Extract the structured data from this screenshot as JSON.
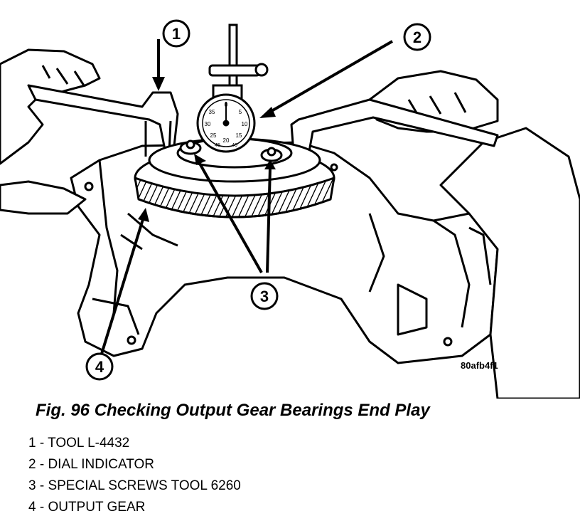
{
  "figure": {
    "code": "80afb4f1",
    "caption": "Fig. 96 Checking Output Gear Bearings End Play"
  },
  "callouts": [
    "1",
    "2",
    "3",
    "4"
  ],
  "legend": [
    "1 - TOOL L-4432",
    "2 - DIAL INDICATOR",
    "3 - SPECIAL SCREWS TOOL 6260",
    "4 - OUTPUT GEAR"
  ],
  "dial_face": [
    "0",
    "5",
    "10",
    "15",
    "20",
    "25",
    "30",
    "35",
    "40",
    "45"
  ]
}
